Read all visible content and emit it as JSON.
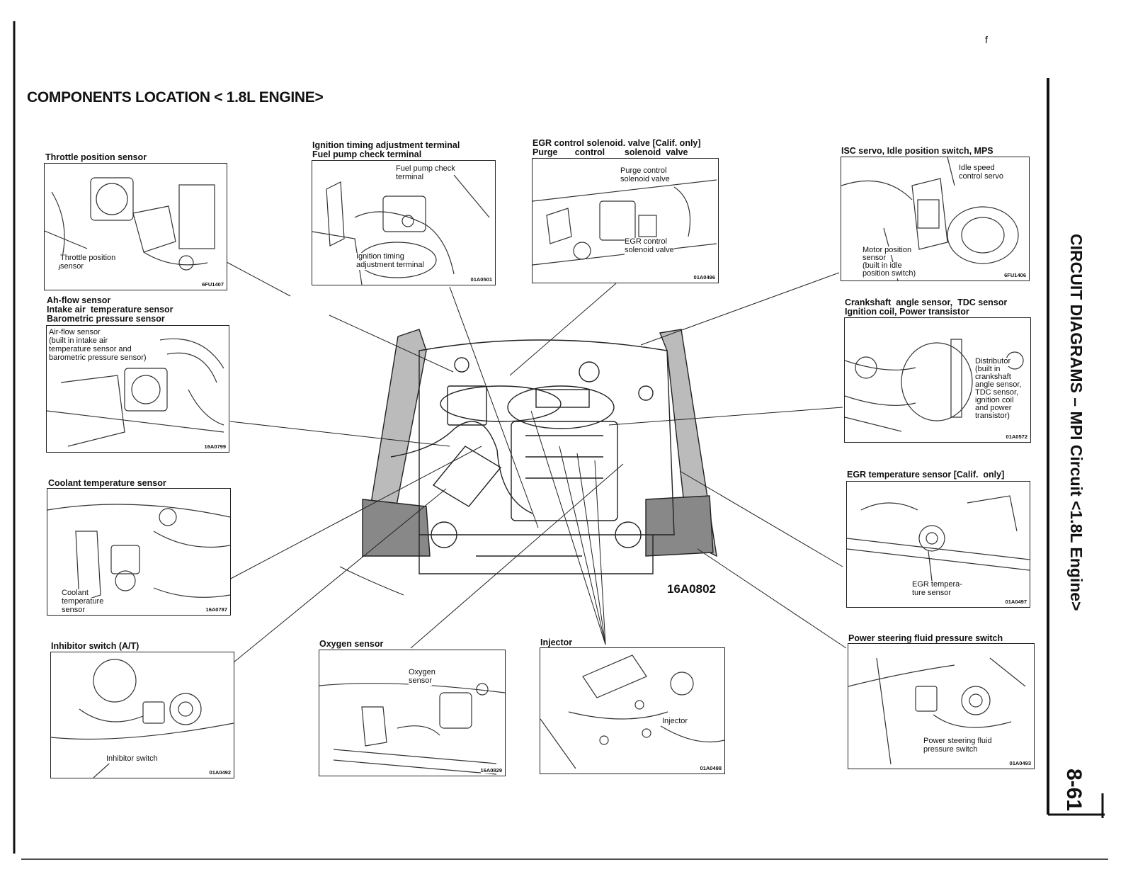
{
  "page": {
    "title": "COMPONENTS LOCATION < 1.8L ENGINE>",
    "section_sidebar": "CIRCUIT DIAGRAMS – MPI Circuit <1.8L Engine>",
    "page_number": "8-61",
    "main_figure_code": "16A0802",
    "stray_mark": "f"
  },
  "panels": {
    "throttle": {
      "caption": [
        "Throttle position sensor"
      ],
      "labels": [
        "Throttle position",
        "sensor"
      ],
      "code": "6FU1407"
    },
    "ignition": {
      "caption": [
        "Ignition timing adjustment  terminal",
        "Fuel pump check terminal"
      ],
      "labels": [
        "Fuel pump check",
        "terminal",
        "Ignition timing",
        "adjustment terminal"
      ],
      "code": "01A0501"
    },
    "egr_solenoid": {
      "caption": [
        "EGR control solenoid. valve [Calif. only]",
        "Purge       control        solenoid  valve"
      ],
      "labels": [
        "Purge control",
        "solenoid valve",
        "EGR control",
        "solenoid valve"
      ],
      "code": "01A0496"
    },
    "isc": {
      "caption": [
        "ISC servo, Idle position switch, MPS"
      ],
      "labels": [
        "Idle speed",
        "control servo",
        "Motor position",
        "sensor",
        "(built in idle",
        "position switch)"
      ],
      "code": "6FU1406"
    },
    "airflow": {
      "caption": [
        "Ah-flow sensor",
        "Intake air  temperature sensor",
        "Barometric pressure sensor"
      ],
      "labels": [
        "Air-flow sensor",
        "(built in intake air",
        "temperature sensor and",
        "barometric pressure sensor)"
      ],
      "code": "16A0799"
    },
    "crankshaft": {
      "caption": [
        "Crankshaft  angle sensor,  TDC sensor",
        "Ignition coil, Power transistor"
      ],
      "labels": [
        "Distributor",
        "(built in",
        "crankshaft",
        "angle sensor,",
        "TDC sensor,",
        "ignition coil",
        "and power",
        "transistor)"
      ],
      "code": "01A0572"
    },
    "coolant": {
      "caption": [
        "Coolant temperature sensor"
      ],
      "labels": [
        "Coolant",
        "temperature",
        "sensor"
      ],
      "code": "16A0787"
    },
    "egr_temp": {
      "caption": [
        "EGR temperature sensor [Calif.  only]"
      ],
      "labels": [
        "EGR tempera-",
        "ture sensor"
      ],
      "code": "01A0497"
    },
    "inhibitor": {
      "caption": [
        "Inhibitor switch (A/T)"
      ],
      "labels": [
        "Inhibitor switch"
      ],
      "code": "01A0492"
    },
    "oxygen": {
      "caption": [
        "Oxygen sensor"
      ],
      "labels": [
        "Oxygen",
        "sensor"
      ],
      "code": "16A0829"
    },
    "injector": {
      "caption": [
        "Injector"
      ],
      "labels": [
        "Injector"
      ],
      "code": "01A0498"
    },
    "power_steering": {
      "caption": [
        "Power steering fluid pressure switch"
      ],
      "labels": [
        "Power steering fluid",
        "pressure switch"
      ],
      "code": "01A0493"
    }
  }
}
